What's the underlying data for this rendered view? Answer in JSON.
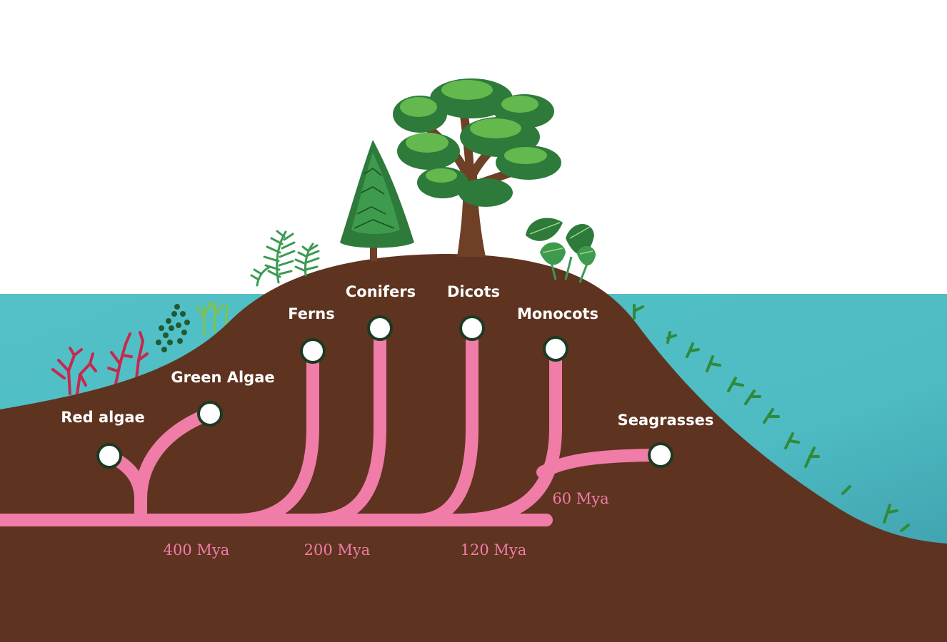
{
  "colors": {
    "sky": "#ffffff",
    "water": "#4fbcc4",
    "water_deep": "#3a9fab",
    "soil": "#5e3320",
    "branch": "#f07ca8",
    "node_fill": "#ffffff",
    "node_stroke": "#1c3a22",
    "label": "#ffffff",
    "time_label": "#f07ca8",
    "foliage_dark": "#2d7a3a",
    "foliage_light": "#63b84e",
    "trunk": "#6e4026",
    "red_algae": "#c7284e",
    "seagrass": "#2f8a3a"
  },
  "diagram": {
    "nodes": [
      {
        "label": "Red algae"
      },
      {
        "label": "Green Algae"
      },
      {
        "label": "Ferns"
      },
      {
        "label": "Conifers"
      },
      {
        "label": "Dicots"
      },
      {
        "label": "Monocots"
      },
      {
        "label": "Seagrasses"
      }
    ],
    "time_labels": [
      {
        "label": "400 Mya"
      },
      {
        "label": "200 Mya"
      },
      {
        "label": "120 Mya"
      },
      {
        "label": "60 Mya"
      }
    ]
  },
  "illustrations": [
    {
      "icon": "red-algae-icon"
    },
    {
      "icon": "seaweed-icon"
    },
    {
      "icon": "fern-icon"
    },
    {
      "icon": "conifer-tree-icon"
    },
    {
      "icon": "dicot-tree-icon"
    },
    {
      "icon": "monocot-leaves-icon"
    },
    {
      "icon": "seagrass-icon"
    }
  ]
}
